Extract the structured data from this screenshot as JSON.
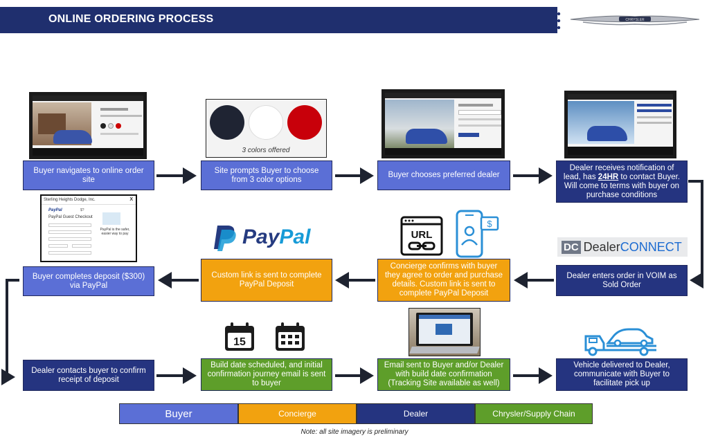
{
  "header": {
    "title": "ONLINE ORDERING PROCESS"
  },
  "logo": {
    "text": "CHRYSLER"
  },
  "steps": {
    "s1": "Buyer navigates to online order site",
    "s2": "Site prompts Buyer to choose from 3 color options",
    "s3": "Buyer chooses preferred dealer",
    "s4_pre": "Dealer receives notification of lead, has ",
    "s4_bold": "24HR",
    "s4_post": " to contact Buyer. Will come to terms with buyer on purchase conditions",
    "s5": "Dealer enters order in VOIM as Sold Order",
    "s6": "Concierge confirms with buyer they agree to order and purchase details. Custom link is sent to complete PayPal Deposit",
    "s7": "Custom link is sent to complete PayPal Deposit",
    "s8": "Buyer completes deposit ($300) via PayPal",
    "s9": "Dealer contacts buyer to confirm receipt of deposit",
    "s10": "Build date scheduled, and initial confirmation journey email is sent to buyer",
    "s11": "Email sent to Buyer and/or Dealer with build date confirmation (Tracking Site available as well)",
    "s12": "Vehicle delivered to Dealer, communicate with Buyer to facilitate pick up"
  },
  "colors_caption": "3 colors offered",
  "color_swatches": [
    "#1f2433",
    "#ffffff",
    "#c8000a"
  ],
  "paypal": {
    "pay": "Pay",
    "pal": "Pal"
  },
  "dealerconnect": {
    "badge": "DC",
    "dealer": "Dealer",
    "connect": "CONNECT"
  },
  "url_icon_text": "URL",
  "calendar_day": "15",
  "paypal_screen": {
    "title": "Sterling Heights Dodge, Inc.",
    "close": "X",
    "logo": "PayPal",
    "cart": "$?",
    "heading": "PayPal Guest Checkout",
    "sub": "PayPal is the safer, easier way to pay"
  },
  "legend": [
    {
      "label": "Buyer",
      "color": "#5b6fd6"
    },
    {
      "label": "Concierge",
      "color": "#f2a20f"
    },
    {
      "label": "Dealer",
      "color": "#253480"
    },
    {
      "label": "Chrysler/Supply Chain",
      "color": "#5e9e2a"
    }
  ],
  "note": "Note: all site imagery is preliminary"
}
